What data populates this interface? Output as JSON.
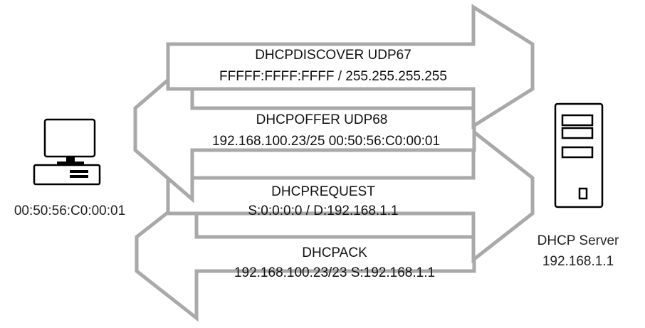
{
  "client": {
    "mac": "00:50:56:C0:00:01"
  },
  "server": {
    "name": "DHCP Server",
    "ip": "192.168.1.1"
  },
  "messages": [
    {
      "title": "DHCPDISCOVER UDP67",
      "detail": "FFFFF:FFFF:FFFF / 255.255.255.255",
      "direction": "to-server"
    },
    {
      "title": "DHCPOFFER UDP68",
      "detail": "192.168.100.23/25 00:50:56:C0:00:01",
      "direction": "to-client"
    },
    {
      "title": "DHCPREQUEST",
      "detail": "S:0:0:0:0 / D:192.168.1.1",
      "direction": "to-server"
    },
    {
      "title": "DHCPACK",
      "detail": "192.168.100.23/23 S:192.168.1.1",
      "direction": "to-client"
    }
  ],
  "colors": {
    "arrow_outline": "#a9a9a9",
    "icon": "#000000",
    "text": "#111111"
  }
}
